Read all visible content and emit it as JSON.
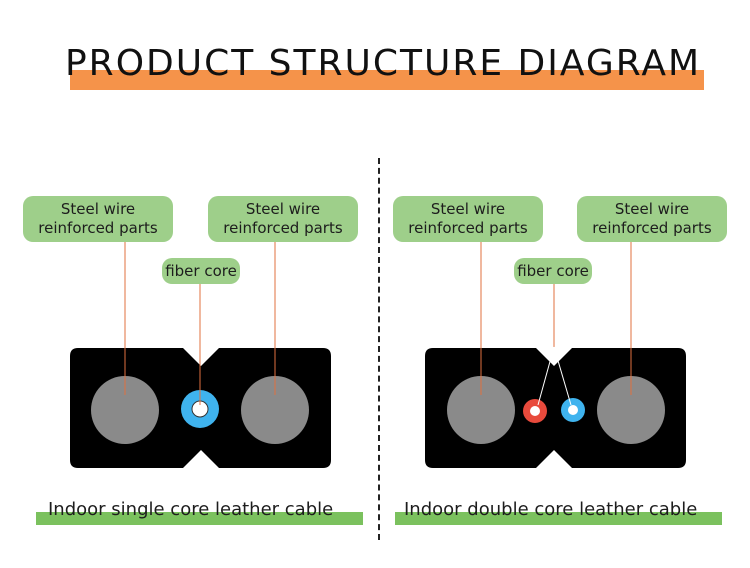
{
  "title": "PRODUCT STRUCTURE DIAGRAM",
  "colors": {
    "title_bar": "#f5934a",
    "label_bg": "#9ecf8a",
    "caption_bar": "#7bc15e",
    "jacket": "#000000",
    "steel_wire": "#8a8a8a",
    "leader_line": "#e0703f",
    "fiber_blue": "#3fb3ee",
    "fiber_red": "#e84a3c"
  },
  "left": {
    "steel_label_left": "Steel wire\nreinforced parts",
    "steel_label_right": "Steel wire\nreinforced parts",
    "fiber_label": "fiber core",
    "caption": "Indoor single core leather cable"
  },
  "right": {
    "steel_label_left": "Steel wire\nreinforced parts",
    "steel_label_right": "Steel wire\nreinforced parts",
    "fiber_label": "fiber core",
    "caption": "Indoor double core leather cable"
  }
}
